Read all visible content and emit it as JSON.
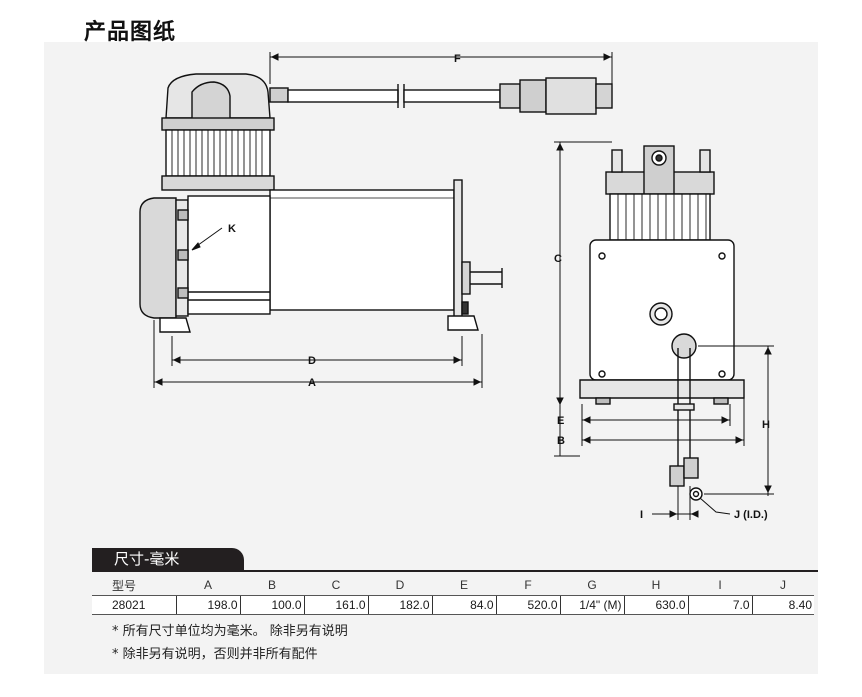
{
  "page_title": "产品图纸",
  "drawing": {
    "labels": {
      "F": "F",
      "K": "K",
      "D": "D",
      "A": "A",
      "C": "C",
      "E": "E",
      "B": "B",
      "H": "H",
      "I": "I",
      "J": "J (I.D.)"
    }
  },
  "spec": {
    "tab_title": "尺寸-毫米",
    "headers": [
      "型号",
      "A",
      "B",
      "C",
      "D",
      "E",
      "F",
      "G",
      "H",
      "I",
      "J"
    ],
    "rows": [
      [
        "28021",
        "198.0",
        "100.0",
        "161.0",
        "182.0",
        "84.0",
        "520.0",
        "1/4\" (M)",
        "630.0",
        "7.0",
        "8.40"
      ]
    ]
  },
  "notes": [
    "* 所有尺寸单位均为毫米。 除非另有说明",
    "* 除非另有说明，否则并非所有配件"
  ]
}
